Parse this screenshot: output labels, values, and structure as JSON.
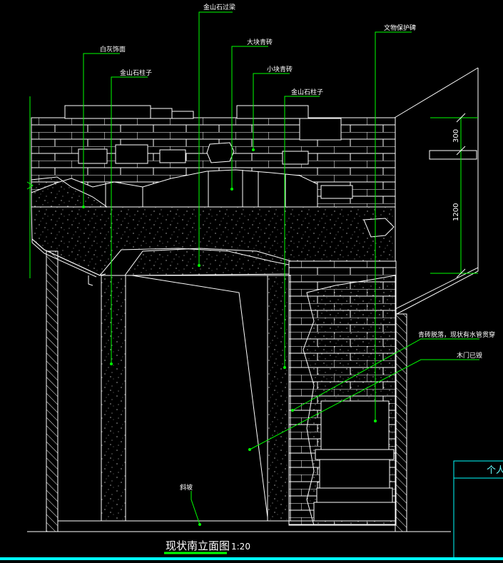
{
  "drawing": {
    "title": "现状南立面图",
    "scale": "1:20",
    "title_block_text": "个人",
    "colors": {
      "background": "#000000",
      "lines": "#ffffff",
      "leaders": "#00ff00",
      "border": "#00ffff"
    },
    "dimensions": [
      "300",
      "1200"
    ],
    "annotations": {
      "jinshan_lintel": "金山石过梁",
      "white_ash_face": "白灰饰面",
      "large_brick": "大块青砖",
      "small_brick": "小块青砖",
      "heritage_plaque": "文物保护碑",
      "jinshan_col_left": "金山石柱子",
      "jinshan_col_right": "金山石柱子",
      "brick_damage": "青砖脱落，现状有水管贯穿",
      "door_damaged": "木门已毁",
      "ramp": "斜坡"
    }
  }
}
